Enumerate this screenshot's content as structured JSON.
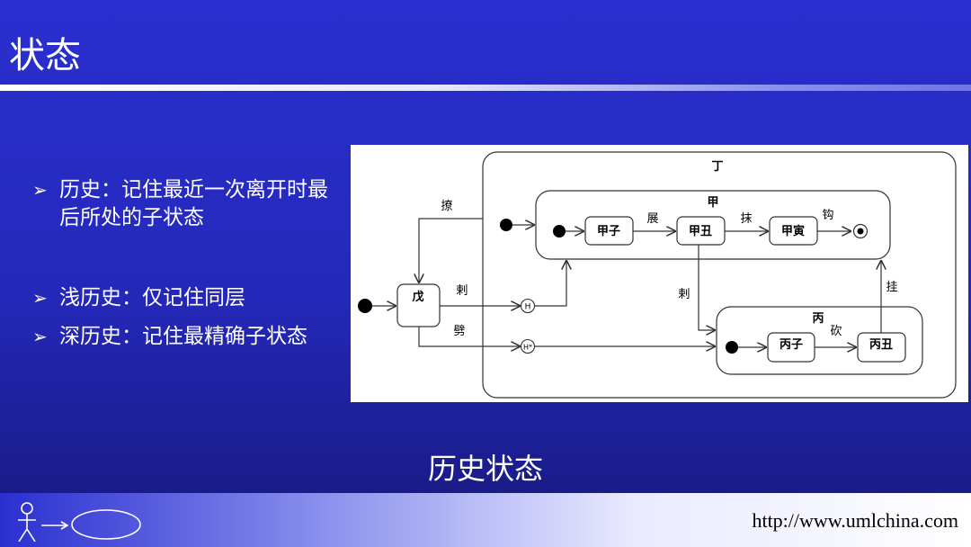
{
  "slide": {
    "title": "状态",
    "bullets": [
      {
        "marker": "➢",
        "text": "历史：记住最近一次离开时最后所处的子状态"
      },
      {
        "marker": "➢",
        "text": "浅历史：仅记住同层"
      },
      {
        "marker": "➢",
        "text": "深历史：记住最精确子状态"
      }
    ],
    "caption": "历史状态",
    "footer_url": "http://www.umlchina.com"
  },
  "diagram": {
    "states": {
      "outer": "丁",
      "jia": "甲",
      "jiazi": "甲子",
      "jiachou": "甲丑",
      "jiayin": "甲寅",
      "wu": "戊",
      "bing": "丙",
      "bingzi": "丙子",
      "bingchou": "丙丑"
    },
    "transitions": {
      "liao": "撩",
      "zhan": "展",
      "mo": "抹",
      "gou": "钩",
      "la_upper": "剌",
      "la_lower": "剌",
      "pi": "劈",
      "kan": "砍",
      "gua": "挂"
    },
    "history": {
      "shallow": "H",
      "deep": "H*"
    },
    "colors": {
      "line": "#333333",
      "box_fill": "#ffffff"
    }
  }
}
